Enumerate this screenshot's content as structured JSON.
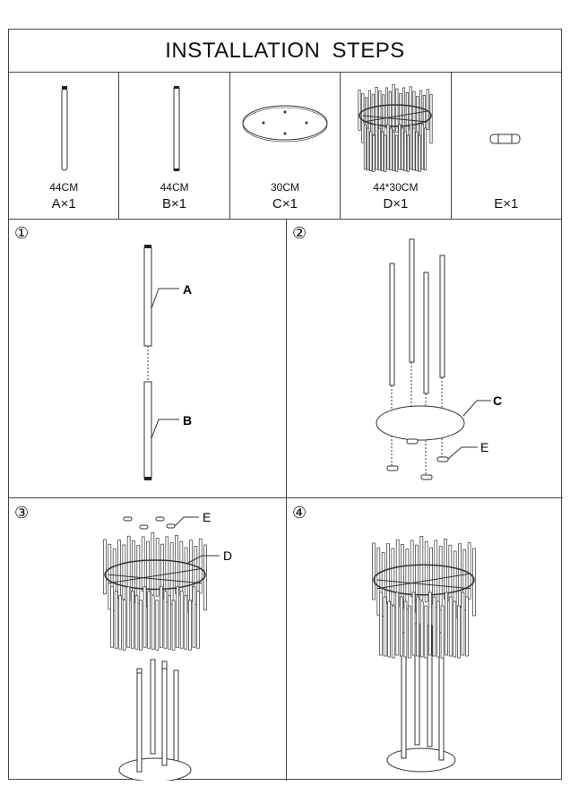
{
  "title": "INSTALLATION STEPS",
  "parts": [
    {
      "size": "44CM",
      "qty": "A×1"
    },
    {
      "size": "44CM",
      "qty": "B×1"
    },
    {
      "size": "30CM",
      "qty": "C×1"
    },
    {
      "size": "44*30CM",
      "qty": "D×1"
    },
    {
      "size": "",
      "qty": "E×1"
    }
  ],
  "steps": [
    {
      "number": "①",
      "labels": [
        "A",
        "B"
      ]
    },
    {
      "number": "②",
      "labels": [
        "C",
        "E"
      ]
    },
    {
      "number": "③",
      "labels": [
        "E",
        "D"
      ]
    },
    {
      "number": "④",
      "labels": []
    }
  ]
}
